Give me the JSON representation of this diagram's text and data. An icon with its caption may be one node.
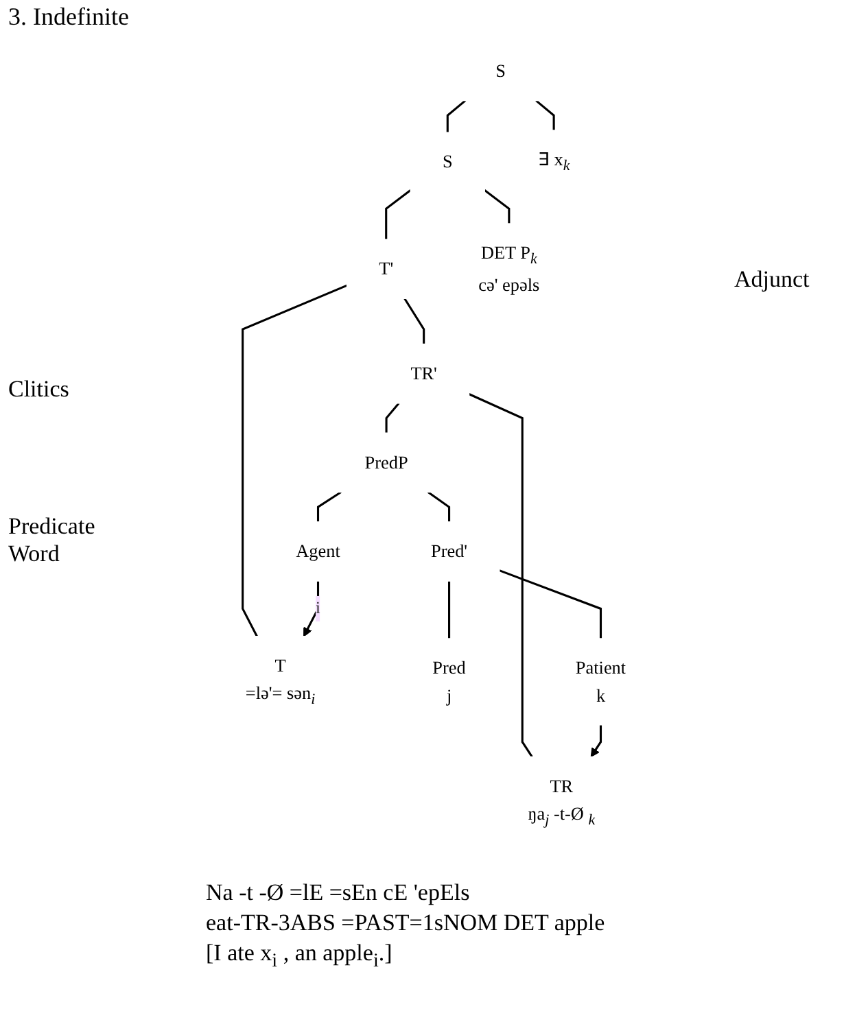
{
  "diagram": {
    "title": "3. Indefinite",
    "nodes": [
      {
        "text": [
          "S"
        ]
      },
      {
        "text": [
          "S"
        ]
      },
      {
        "text": [
          "∃ x$_{k}$"
        ]
      },
      {
        "text": [
          "T'"
        ]
      },
      {
        "text": [
          "DET P$_{k}$",
          "cə' epəls"
        ]
      },
      {
        "text": [
          "T",
          "=lə'= sən$_{i}$"
        ]
      },
      {
        "text": [
          "TR'"
        ]
      },
      {
        "text": [
          "TR",
          "ŋa$_{j}$ -t-Ø $_{k}$"
        ]
      },
      {
        "text": [
          "PredP"
        ]
      },
      {
        "text": [
          "Agent"
        ]
      },
      {
        "text": [
          "Pred'"
        ]
      },
      {
        "text": [
          "Pred",
          "j"
        ]
      },
      {
        "text": [
          "Patient",
          "k"
        ]
      }
    ],
    "edges": [
      {
        "from": 0,
        "to": 1,
        "arrow": "none"
      },
      {
        "from": 0,
        "to": 2,
        "arrow": "none"
      },
      {
        "from": 1,
        "to": 3,
        "arrow": "none"
      },
      {
        "from": 1,
        "to": 4,
        "arrow": "none"
      },
      {
        "from": 3,
        "to": 5,
        "arrow": "none"
      },
      {
        "from": 3,
        "to": 6,
        "arrow": "none"
      },
      {
        "from": 6,
        "to": 7,
        "arrow": "none"
      },
      {
        "from": 6,
        "to": 8,
        "arrow": "none"
      },
      {
        "from": 8,
        "to": 9,
        "arrow": "none"
      },
      {
        "from": 8,
        "to": 10,
        "arrow": "none"
      },
      {
        "from": 10,
        "to": 11,
        "arrow": "none"
      },
      {
        "from": 10,
        "to": 12,
        "arrow": "none"
      },
      {
        "from": 9,
        "to": 5,
        "arrow": "to",
        "label": "i"
      },
      {
        "from": 12,
        "to": 7,
        "arrow": "to"
      }
    ],
    "labels": [
      "Adjunct",
      "Clitics",
      "Predicate Word",
      "Na -t -Ø =lE =sEn cE 'epEls",
      "eat-TR-3ABS =PAST=1sNOM DET apple",
      "[I ate x$_{i}$ , an apple$_{i}$.]"
    ]
  }
}
